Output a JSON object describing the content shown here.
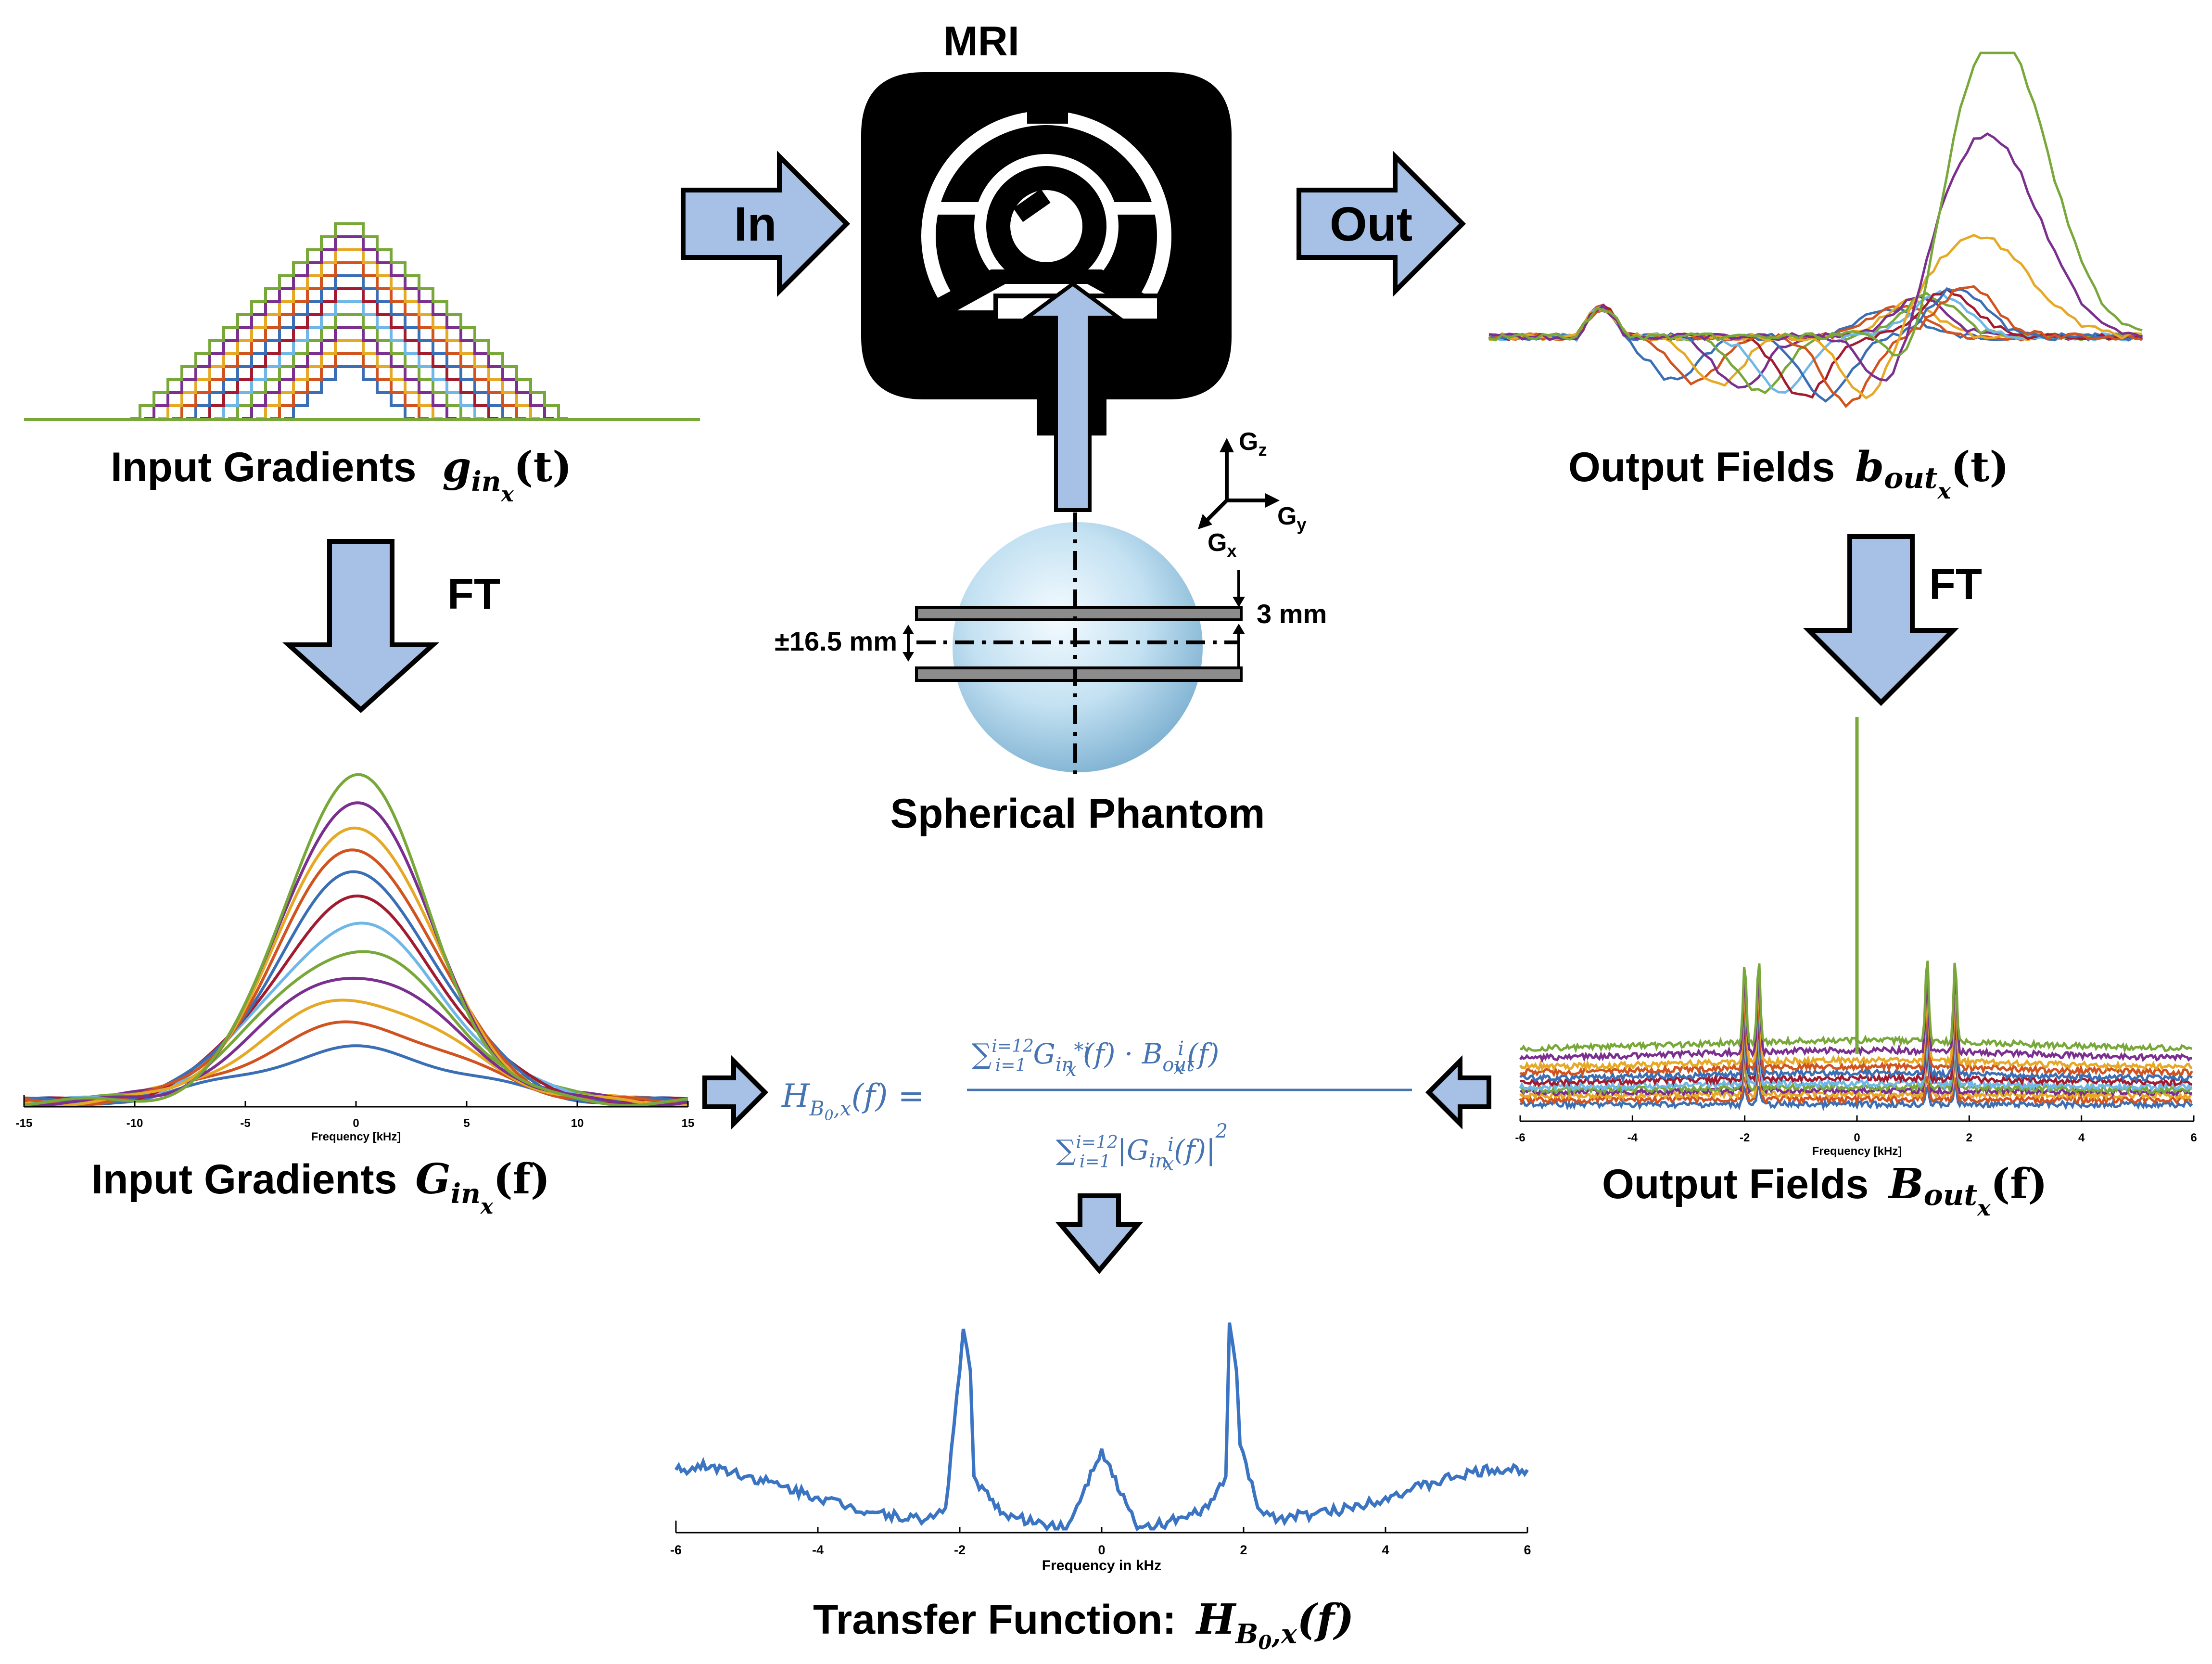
{
  "colors": {
    "series": [
      "#3a6fb5",
      "#d05320",
      "#e6a925",
      "#7b2f8e",
      "#79a83a",
      "#6fb7e6",
      "#a31b2e",
      "#3a6fb5",
      "#d05320",
      "#e6a925",
      "#7b2f8e",
      "#79a83a"
    ],
    "arrow_fill": "#a6c1e5",
    "transfer_line": "#3a74c2",
    "formula": "#4674b2"
  },
  "labels": {
    "mri": "MRI",
    "in_arrow": "In",
    "out_arrow": "Out",
    "ft_left": "FT",
    "ft_right": "FT",
    "input_gradients_t_prefix": "Input Gradients",
    "output_fields_t_prefix": "Output Fields",
    "input_gradients_f_prefix": "Input Gradients",
    "output_fields_f_prefix": "Output Fields",
    "spherical_phantom": "Spherical Phantom",
    "slice_offset": "±16.5 mm",
    "slice_thickness": "3 mm",
    "axis_gz": "G",
    "axis_gz_sub": "z",
    "axis_gy": "G",
    "axis_gy_sub": "y",
    "axis_gx": "G",
    "axis_gx_sub": "x",
    "transfer_function_prefix": "Transfer Function:"
  },
  "chart_data": [
    {
      "type": "line",
      "id": "input-gradients-spectrum",
      "xlabel": "Frequency [kHz]",
      "xlim": [
        -15,
        15
      ],
      "xticks": [
        "-15",
        "-10",
        "-5",
        "0",
        "5",
        "10",
        "15"
      ],
      "series_peak_amplitudes": [
        0.21,
        0.31,
        0.41,
        0.51,
        0.61,
        0.71,
        0.81,
        0.91,
        1.01,
        1.11,
        1.21,
        1.31
      ]
    },
    {
      "type": "line",
      "id": "output-fields-spectrum",
      "xlabel": "Frequency [kHz]",
      "xlim": [
        -6,
        6
      ],
      "xticks": [
        "-6",
        "-4",
        "-2",
        "0",
        "2",
        "4",
        "6"
      ]
    },
    {
      "type": "line",
      "id": "transfer-function",
      "xlabel": "Frequency in kHz",
      "xlim": [
        -6,
        6
      ],
      "xticks": [
        "-6",
        "-4",
        "-2",
        "0",
        "2",
        "4",
        "6"
      ],
      "x": [
        -6,
        -5.5,
        -5,
        -4.5,
        -4,
        -3.5,
        -3,
        -2.5,
        -2.2,
        -2.0,
        -1.95,
        -1.85,
        -1.8,
        -1.5,
        -1.2,
        -0.5,
        0,
        0.5,
        1.2,
        1.5,
        1.75,
        1.8,
        1.9,
        1.95,
        2.2,
        2.5,
        3,
        3.5,
        4,
        4.5,
        5,
        5.5,
        6
      ],
      "y": [
        0.28,
        0.3,
        0.25,
        0.2,
        0.15,
        0.1,
        0.07,
        0.04,
        0.1,
        0.75,
        0.95,
        0.75,
        0.25,
        0.1,
        0.05,
        0.0,
        0.38,
        0.0,
        0.05,
        0.1,
        0.25,
        0.98,
        0.75,
        0.4,
        0.1,
        0.05,
        0.07,
        0.1,
        0.15,
        0.2,
        0.25,
        0.28,
        0.28
      ]
    }
  ]
}
